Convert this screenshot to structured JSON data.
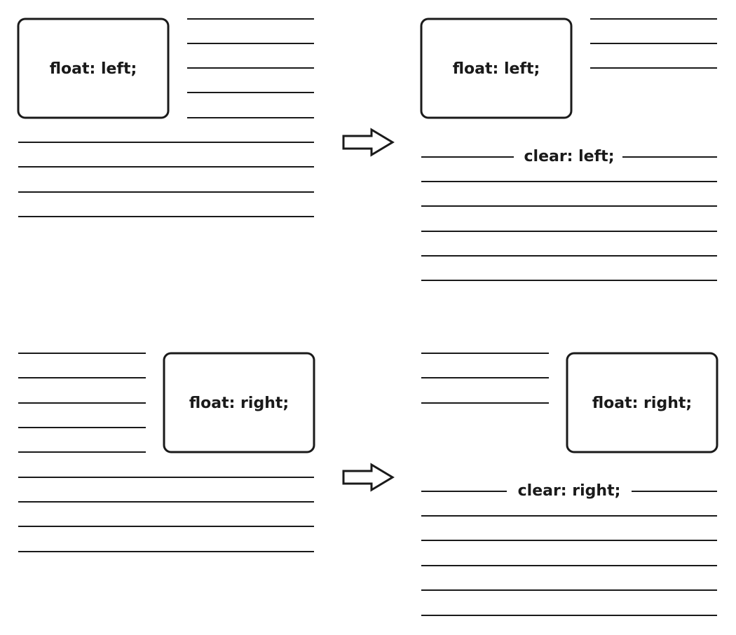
{
  "colors": {
    "ink": "#1a1a1a",
    "background": "#ffffff"
  },
  "top_row": {
    "before": {
      "box_label": "float: left;"
    },
    "transition_icon": "right-arrow-icon",
    "after": {
      "box_label": "float: left;",
      "clear_label": "clear: left;"
    }
  },
  "bottom_row": {
    "before": {
      "box_label": "float: right;"
    },
    "transition_icon": "right-arrow-icon",
    "after": {
      "box_label": "float: right;",
      "clear_label": "clear: right;"
    }
  }
}
